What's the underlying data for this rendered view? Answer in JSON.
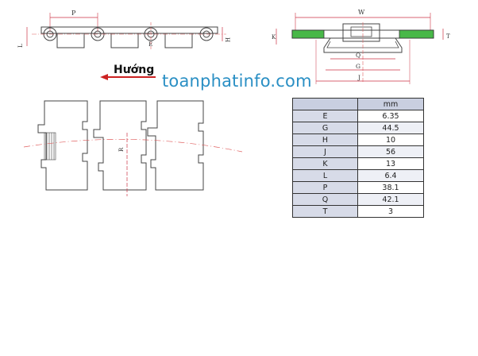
{
  "watermark": "toanphatinfo.com",
  "direction_label": "Hướng",
  "colors": {
    "line": "#444444",
    "center_line": "#e06060",
    "dimension_line": "#cc3344",
    "highlight_green": "#48b848",
    "watermark": "#2a8fc4",
    "table_header": "#c9cfe0"
  },
  "side_view": {
    "dimensions": {
      "pitch": "P",
      "thickness": "E",
      "height": "H",
      "link_width": "L"
    }
  },
  "end_view": {
    "dimensions": {
      "width": "W",
      "k": "K",
      "t": "T",
      "q": "Q",
      "g": "G",
      "j": "J"
    }
  },
  "top_view": {
    "dimensions": {
      "radius": "R"
    }
  },
  "table": {
    "header_param": "",
    "header_unit": "mm",
    "rows": [
      {
        "param": "E",
        "value": "6.35"
      },
      {
        "param": "G",
        "value": "44.5"
      },
      {
        "param": "H",
        "value": "10"
      },
      {
        "param": "J",
        "value": "56"
      },
      {
        "param": "K",
        "value": "13"
      },
      {
        "param": "L",
        "value": "6.4"
      },
      {
        "param": "P",
        "value": "38.1"
      },
      {
        "param": "Q",
        "value": "42.1"
      },
      {
        "param": "T",
        "value": "3"
      }
    ]
  }
}
